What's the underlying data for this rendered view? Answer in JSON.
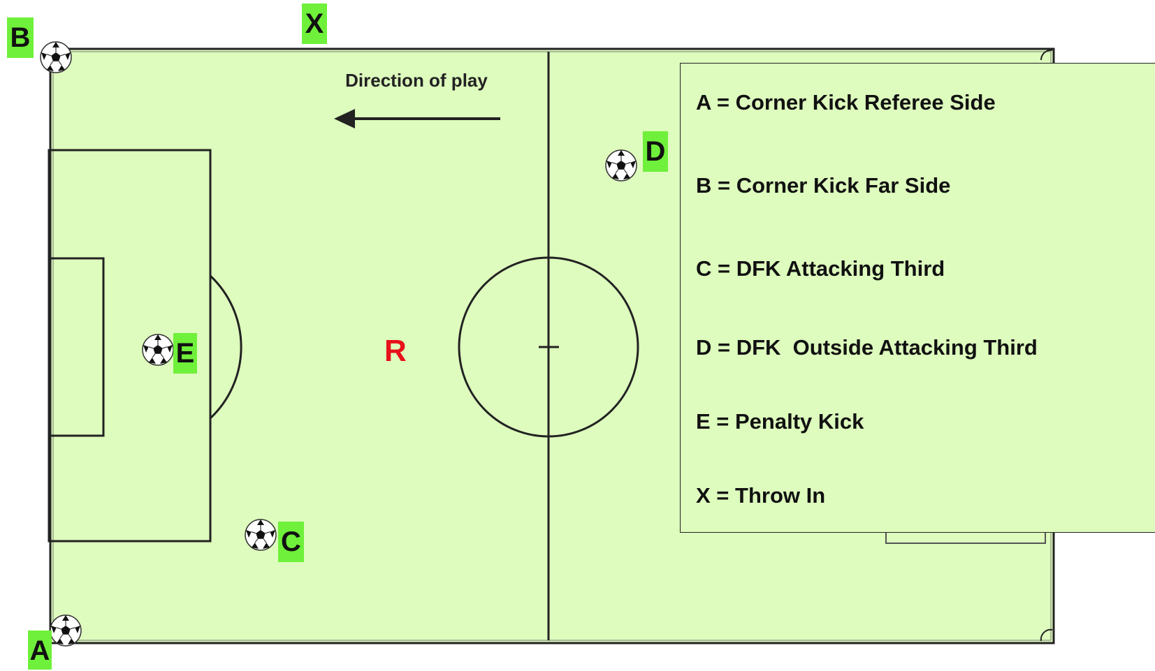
{
  "diagram": {
    "direction_label": "Direction of play",
    "referee_label": "R",
    "markers": {
      "A": "A",
      "B": "B",
      "C": "C",
      "D": "D",
      "E": "E",
      "X": "X"
    },
    "legend": [
      "A = Corner Kick Referee Side",
      "B = Corner Kick Far Side",
      "C = DFK Attacking Third",
      "D = DFK  Outside Attacking Third",
      "E = Penalty Kick",
      "X = Throw In"
    ]
  },
  "colors": {
    "pitch": "#ddfcbd",
    "marker_highlight": "#6ff03a",
    "referee": "#e8101a",
    "lines": "#222222"
  },
  "icons": [
    "soccer-ball-icon",
    "arrow-left-icon"
  ]
}
